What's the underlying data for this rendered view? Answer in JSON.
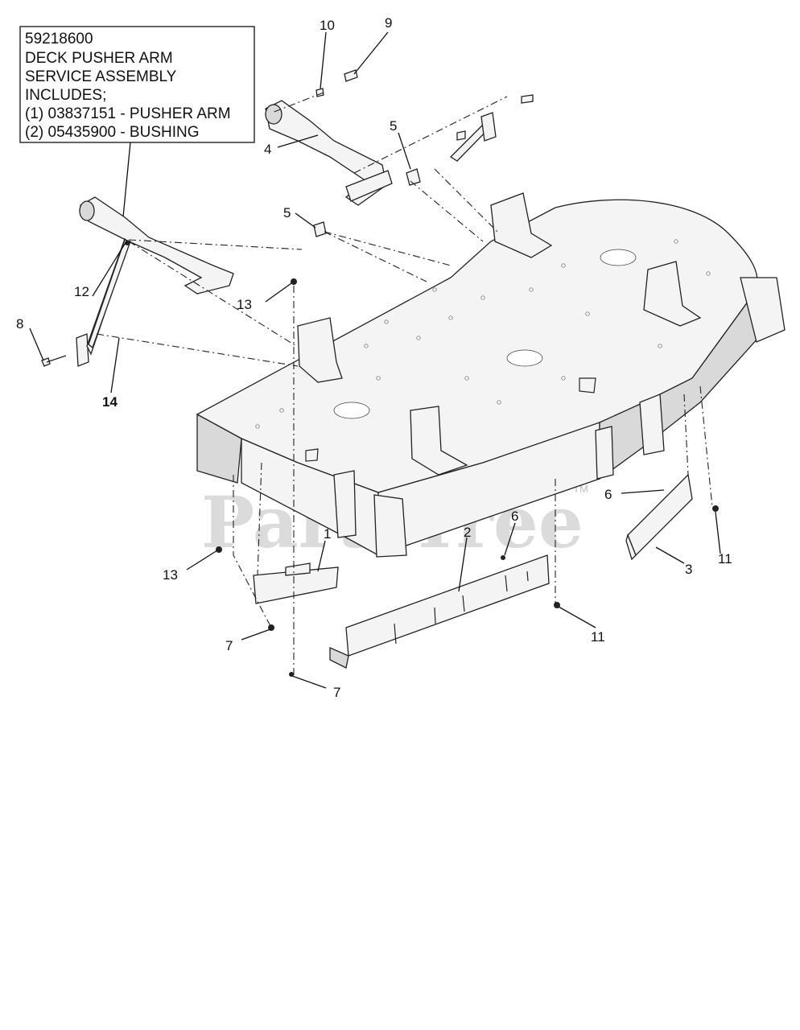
{
  "info_box": {
    "lines": [
      "59218600",
      "DECK PUSHER ARM",
      "SERVICE ASSEMBLY",
      "INCLUDES;",
      "(1) 03837151 - PUSHER ARM",
      "(2) 05435900 - BUSHING"
    ]
  },
  "callouts": {
    "c10": "10",
    "c9": "9",
    "c4": "4",
    "c5a": "5",
    "c5b": "5",
    "c12": "12",
    "c13a": "13",
    "c8": "8",
    "c14": "14",
    "c1": "1",
    "c2": "2",
    "c6a": "6",
    "c6b": "6",
    "c3": "3",
    "c13b": "13",
    "c11a": "11",
    "c11b": "11",
    "c7a": "7",
    "c7b": "7"
  },
  "watermark": {
    "text": "PartsTree",
    "tm": "TM"
  }
}
